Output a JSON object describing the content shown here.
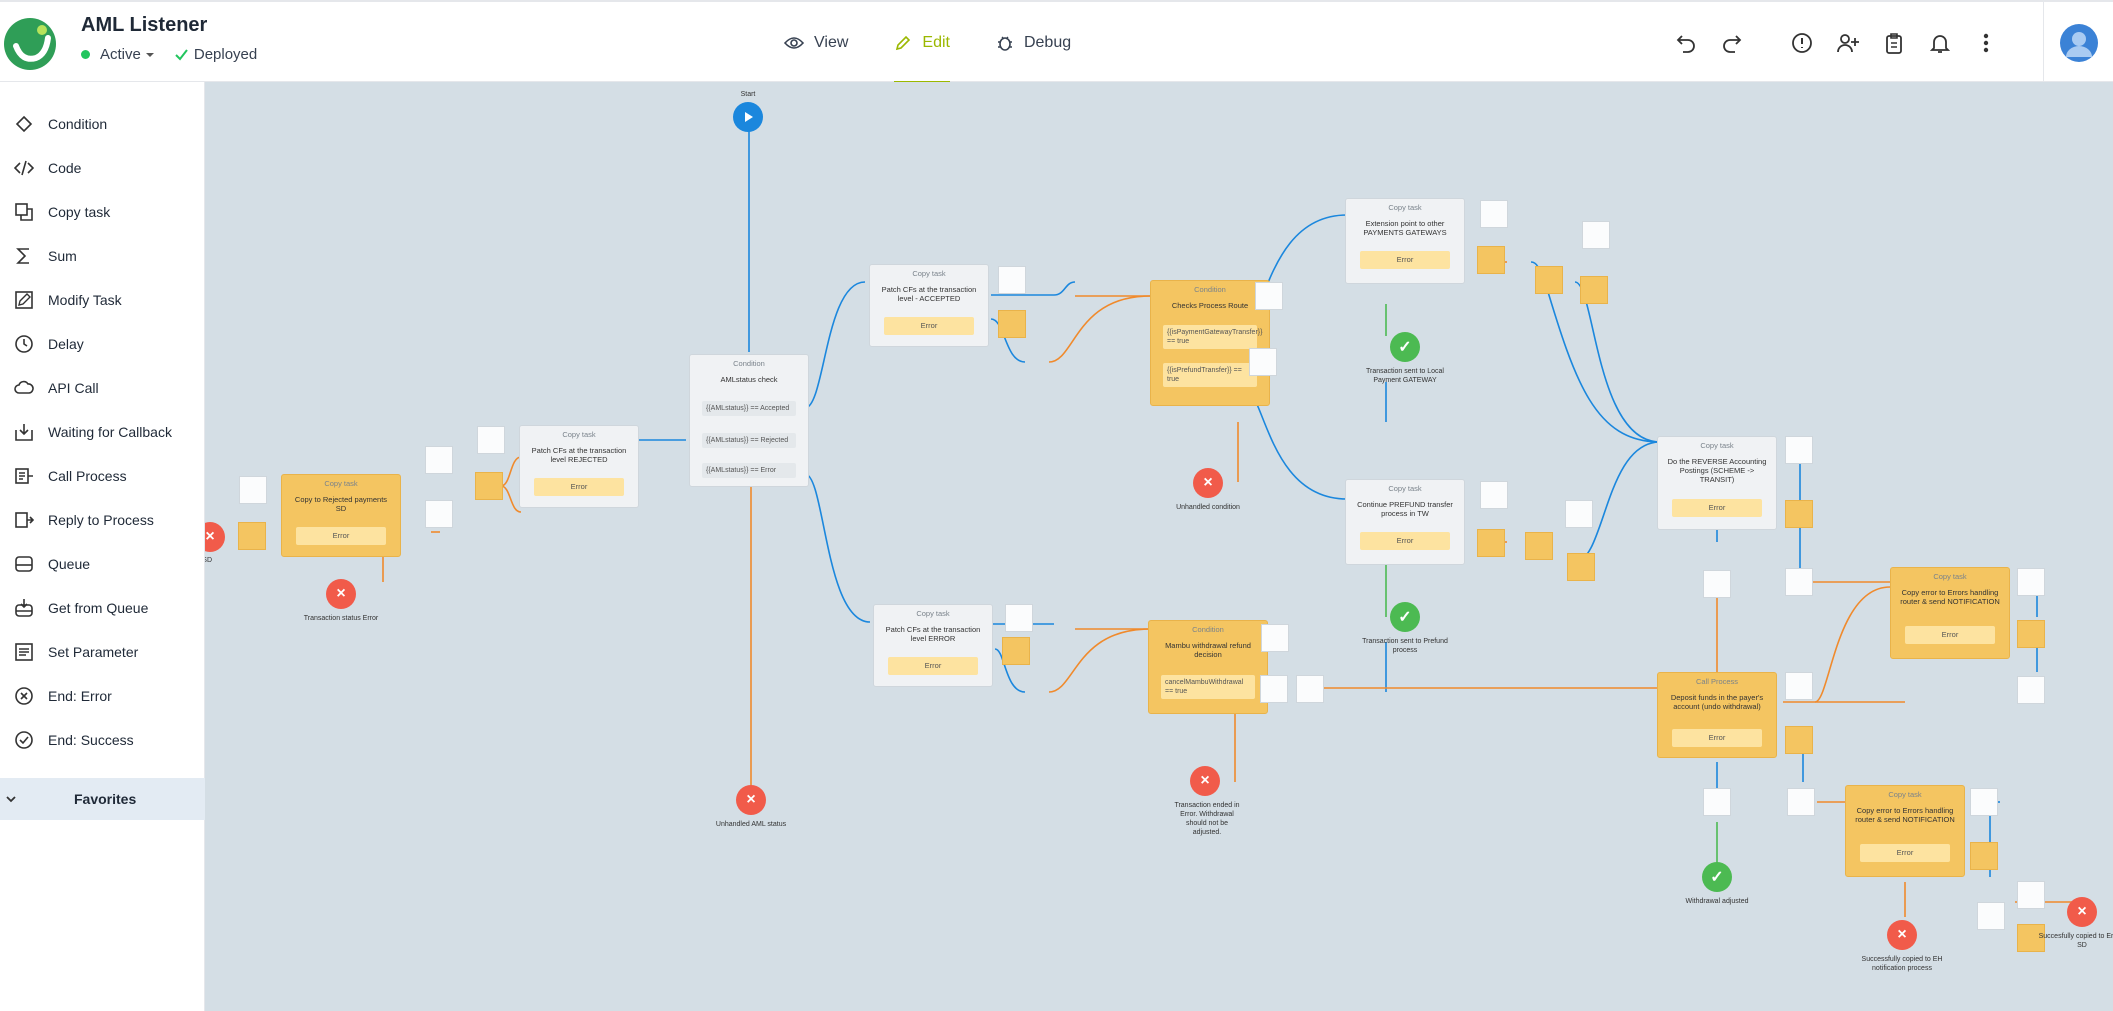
{
  "header": {
    "title": "AML Listener",
    "status": "Active",
    "deployment": "Deployed",
    "modes": [
      "View",
      "Edit",
      "Debug"
    ],
    "active_mode": "Edit"
  },
  "palette": {
    "items": [
      {
        "label": "Condition",
        "icon": "condition-icon"
      },
      {
        "label": "Code",
        "icon": "code-icon"
      },
      {
        "label": "Copy task",
        "icon": "copy-task-icon"
      },
      {
        "label": "Sum",
        "icon": "sum-icon"
      },
      {
        "label": "Modify Task",
        "icon": "modify-task-icon"
      },
      {
        "label": "Delay",
        "icon": "delay-icon"
      },
      {
        "label": "API Call",
        "icon": "cloud-icon"
      },
      {
        "label": "Waiting for Callback",
        "icon": "callback-icon"
      },
      {
        "label": "Call Process",
        "icon": "call-process-icon"
      },
      {
        "label": "Reply to Process",
        "icon": "reply-icon"
      },
      {
        "label": "Queue",
        "icon": "queue-icon"
      },
      {
        "label": "Get from Queue",
        "icon": "get-queue-icon"
      },
      {
        "label": "Set Parameter",
        "icon": "set-parameter-icon"
      },
      {
        "label": "End: Error",
        "icon": "end-error-icon"
      },
      {
        "label": "End: Success",
        "icon": "end-success-icon"
      }
    ],
    "favorites": "Favorites"
  },
  "flow": {
    "start": "Start",
    "copy_task_label": "Copy task",
    "condition_label": "Condition",
    "call_process_label": "Call Process",
    "error_label": "Error",
    "aml_check": {
      "title": "AMLstatus check",
      "branches": [
        "{{AMLstatus}} == Accepted",
        "{{AMLstatus}} == Rejected",
        "{{AMLstatus}} == Error"
      ]
    },
    "patch_rejected": "Patch CFs at the transaction level REJECTED",
    "patch_accepted": "Patch CFs at the transaction level - ACCEPTED",
    "patch_error": "Patch CFs at the transaction level ERROR",
    "copy_rejected": "Copy to Rejected payments SD",
    "checks_route": {
      "title": "Checks Process Route",
      "branches": [
        "{{isPaymentGatewayTransfer}} == true",
        "{{isPrefundTransfer}} == true"
      ]
    },
    "mambu_decision": {
      "title": "Mambu withdrawal refund decision",
      "branches": [
        "cancelMambuWithdrawal == true"
      ]
    },
    "extension_point": "Extension point to other PAYMENTS GATEWAYS",
    "continue_prefund": "Continue PREFUND transfer process in TW",
    "reverse_postings": "Do the REVERSE Accounting Postings (SCHEME -> TRANSIT)",
    "deposit_funds": "Deposit funds in the payer's account (undo withdrawal)",
    "copy_errors_1": "Copy error to Errors handling router & send NOTIFICATION",
    "copy_errors_2": "Copy error to Errors handling router & send NOTIFICATION",
    "ends": {
      "transaction_status_error": "Transaction status Error",
      "unhandled_aml": "Unhandled AML status",
      "unhandled_condition": "Unhandled condition",
      "ended_in_error": "Transaction ended in Error. Withdrawal should not be adjusted.",
      "sent_local_gateway": "Transaction sent to Local Payment GATEWAY",
      "sent_prefund": "Transaction sent to Prefund process",
      "withdrawal_adjusted": "Withdrawal adjusted",
      "copied_eh": "Successfully copied to EH notification process",
      "copied_errors_sd": "Succesfully copied to Errors SD",
      "partial_left": "opy to d s SD"
    }
  }
}
